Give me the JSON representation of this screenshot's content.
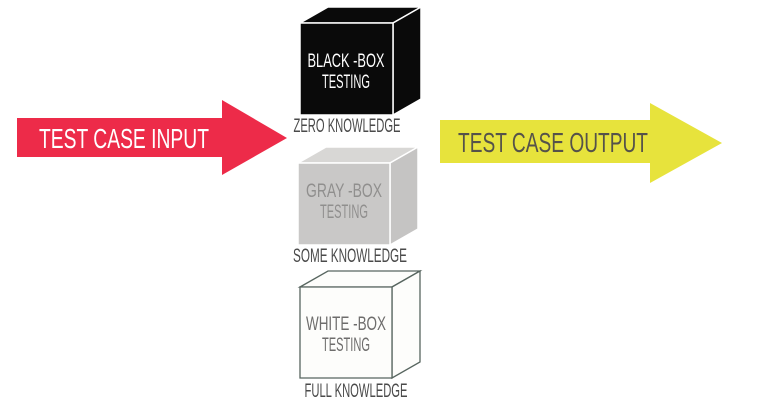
{
  "page": {
    "background": "#FFFFFF",
    "caption_color": "#4A4A4A"
  },
  "arrows": {
    "input": {
      "label": "TEST CASE INPUT",
      "fill": "#ED2B49",
      "text_color": "#FFFFFF"
    },
    "output": {
      "label": "TEST CASE OUTPUT",
      "fill": "#E7E33C",
      "text_color": "#55524A"
    }
  },
  "boxes": [
    {
      "id": "black-box",
      "line1": "BLACK -BOX",
      "line2": "TESTING",
      "caption": "ZERO KNOWLEDGE",
      "front_fill": "#0A0A0A",
      "top_fill": "#0A0A0A",
      "side_fill": "#0A0A0A",
      "edge_color": "#FFFFFF",
      "label_color": "#FFFFFF"
    },
    {
      "id": "gray-box",
      "line1": "GRAY -BOX",
      "line2": "TESTING",
      "caption": "SOME KNOWLEDGE",
      "front_fill": "#C9C8C7",
      "top_fill": "#D8D7D5",
      "side_fill": "#C5C4C3",
      "edge_color": "#FFFFFF",
      "label_color": "#908F8E"
    },
    {
      "id": "white-box",
      "line1": "WHITE -BOX",
      "line2": "TESTING",
      "caption": "FULL KNOWLEDGE",
      "front_fill": "#FDFDFB",
      "top_fill": "#FDFDFB",
      "side_fill": "#FDFDFB",
      "edge_color": "#57655F",
      "label_color": "#6E6D6C"
    }
  ]
}
